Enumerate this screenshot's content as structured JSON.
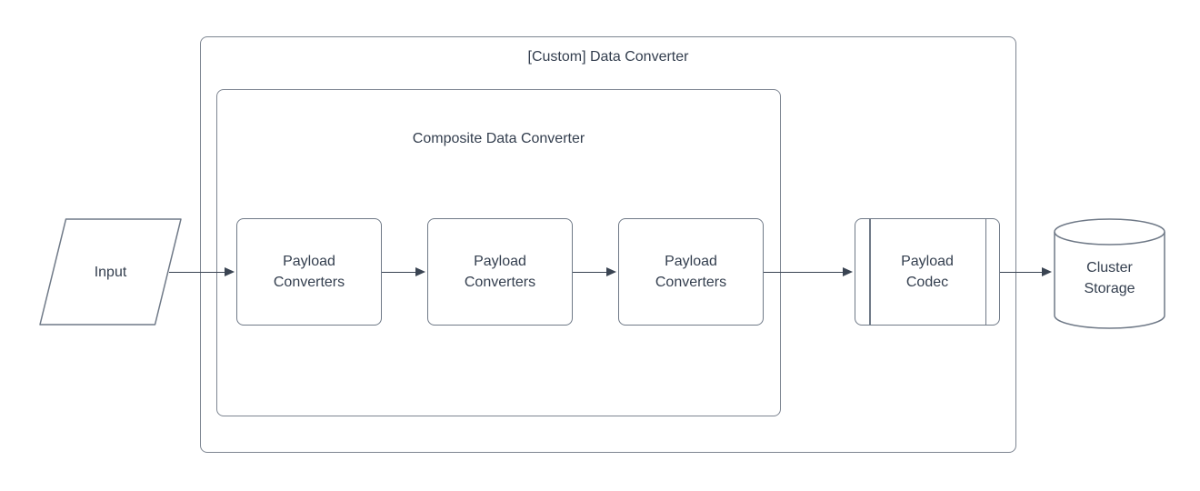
{
  "diagram": {
    "type": "flowchart",
    "containers": {
      "custom": {
        "label": "[Custom] Data Converter"
      },
      "composite": {
        "label": "Composite Data Converter"
      }
    },
    "nodes": {
      "input": {
        "label": "Input",
        "shape": "parallelogram"
      },
      "payload_converters": [
        {
          "label": "Payload Converters",
          "shape": "rounded-rectangle"
        },
        {
          "label": "Payload Converters",
          "shape": "rounded-rectangle"
        },
        {
          "label": "Payload Converters",
          "shape": "rounded-rectangle"
        }
      ],
      "codec": {
        "label": "Payload Codec",
        "shape": "predefined-process"
      },
      "storage": {
        "label": "Cluster Storage",
        "shape": "cylinder"
      }
    },
    "edges": [
      {
        "from": "input",
        "to": "payload_converters.0"
      },
      {
        "from": "payload_converters.0",
        "to": "payload_converters.1"
      },
      {
        "from": "payload_converters.1",
        "to": "payload_converters.2"
      },
      {
        "from": "payload_converters.2",
        "to": "codec"
      },
      {
        "from": "codec",
        "to": "storage"
      }
    ],
    "colors": {
      "canvas-bg": "#ffffff",
      "shape-fill": "#ffffff",
      "shape-border": "#6f7987",
      "container-border": "#7d8591",
      "arrow-color": "#3a4452",
      "text-color": "#333e4e"
    }
  }
}
